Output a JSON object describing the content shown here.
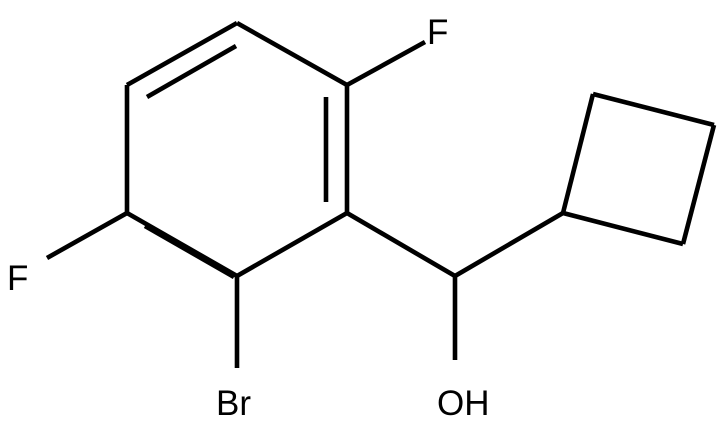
{
  "molecule": {
    "atoms": [
      {
        "id": "F1",
        "label": "F"
      },
      {
        "id": "F2",
        "label": "F"
      },
      {
        "id": "Br",
        "label": "Br"
      },
      {
        "id": "OH",
        "label": "OH"
      }
    ]
  },
  "colors": {
    "bond": "#000000",
    "background": "#ffffff",
    "label": "#000000"
  }
}
